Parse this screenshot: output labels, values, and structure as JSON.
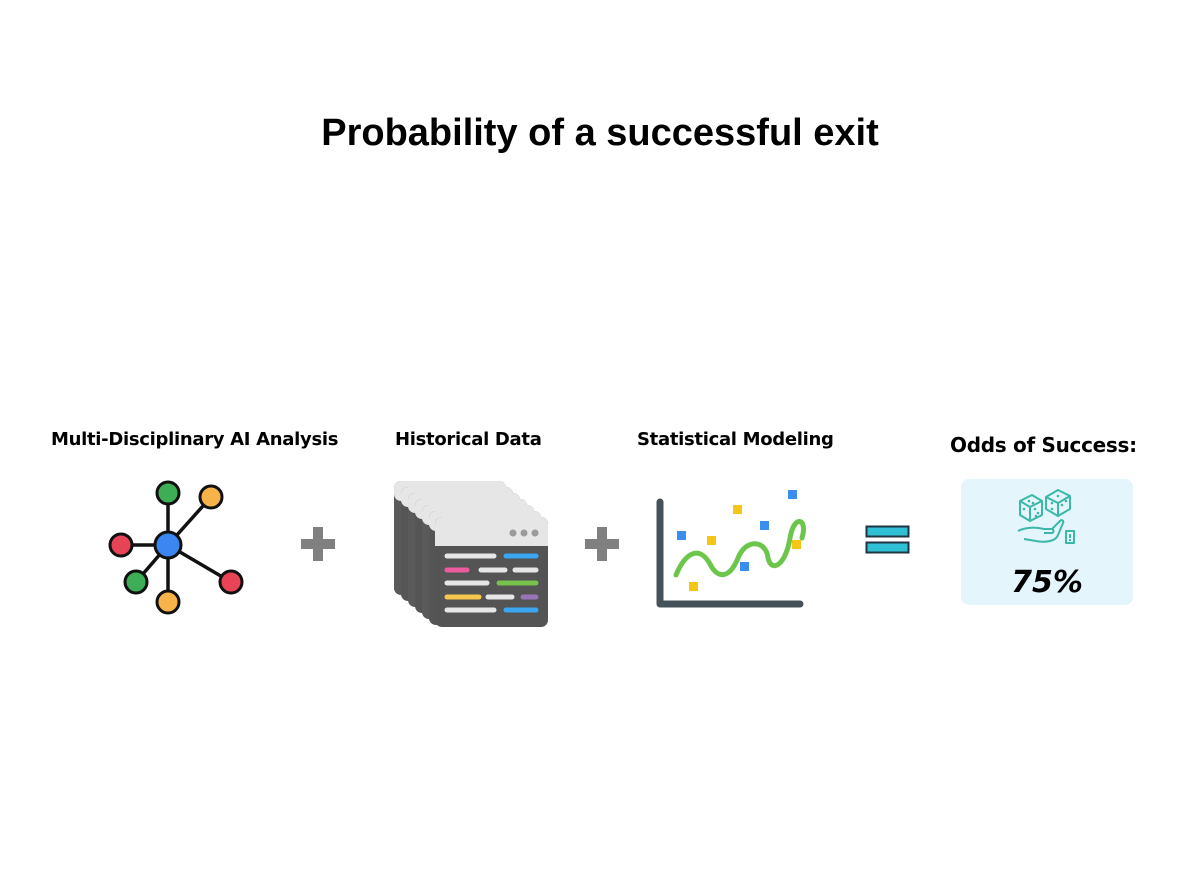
{
  "title": "Probability of a successful exit",
  "steps": [
    {
      "label": "Multi-Disciplinary AI Analysis",
      "icon": "network-nodes-icon"
    },
    {
      "label": "Historical Data",
      "icon": "stacked-data-windows-icon"
    },
    {
      "label": "Statistical Modeling",
      "icon": "scatter-trend-chart-icon"
    }
  ],
  "operators": [
    "+",
    "+",
    "="
  ],
  "result": {
    "label": "Odds of Success:",
    "icon": "dice-hand-icon",
    "value": "75%"
  },
  "colors": {
    "operator_gray": "#808080",
    "equals_fill": "#2fc0d6",
    "result_bg": "#e4f5fb",
    "node_blue": "#3b86f0",
    "node_green": "#3dae55",
    "node_orange": "#f7b24a",
    "node_red": "#e84356",
    "trend_green": "#6cc64b",
    "dice_teal": "#3bb8a8"
  }
}
